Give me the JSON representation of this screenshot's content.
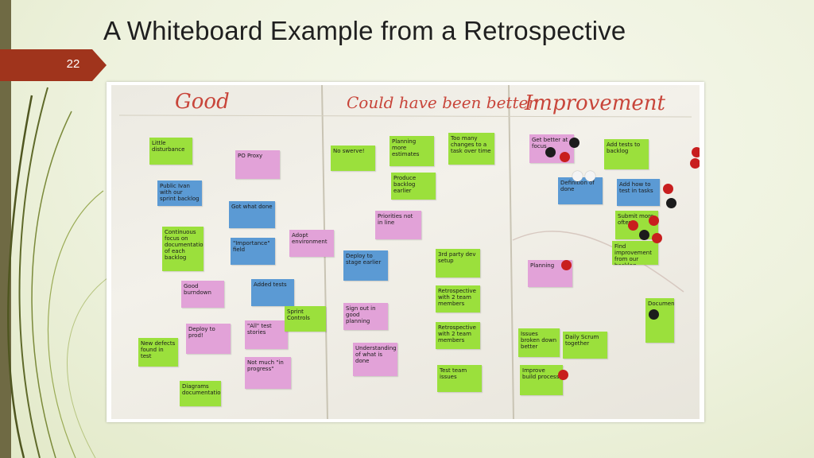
{
  "slide": {
    "title": "A Whiteboard Example from a Retrospective",
    "page_number": "22"
  },
  "board": {
    "columns": [
      "Good",
      "Could have been better",
      "Improvement"
    ],
    "notes": {
      "n1": "Little disturbance",
      "n2": "Public Ivan with our sprint backlog",
      "n3": "Continuous focus on documentation of each backlog",
      "n4": "Good burndown",
      "n5": "New defects found in test",
      "n6": "Diagrams documentation",
      "n7": "PO Proxy",
      "n8": "Got what done",
      "n9": "\"Importance\" field",
      "n10": "Added tests",
      "n11": "Deploy to prod!",
      "n12": "\"All\" test stories",
      "n13": "Not much \"in progress\"",
      "n14": "Adopt environment",
      "n15": "Deploy to stage earlier",
      "n16": "Sprint Controls",
      "n17": "Sign out in good planning",
      "n18": "Understanding of what is done",
      "n19": "No swerve!",
      "n20": "Planning more estimates",
      "n21": "Produce backlog earlier",
      "n22": "Priorities not in line",
      "n23": "Too many changes to a task over time",
      "n24": "3rd party dev setup",
      "n25": "Retrospective with 2 team members",
      "n26": "Test team issues",
      "n27": "Get better at focus",
      "n28": "Add tests to backlog",
      "n29": "Definition of done",
      "n30": "Add how to test in tasks",
      "n31": "Submit more often",
      "n32": "Find improvement from our backlog",
      "n33": "Planning",
      "n34": "Issues broken down better",
      "n35": "Daily Scrum together",
      "n36": "Improve build process",
      "n37": "Documentation"
    }
  }
}
